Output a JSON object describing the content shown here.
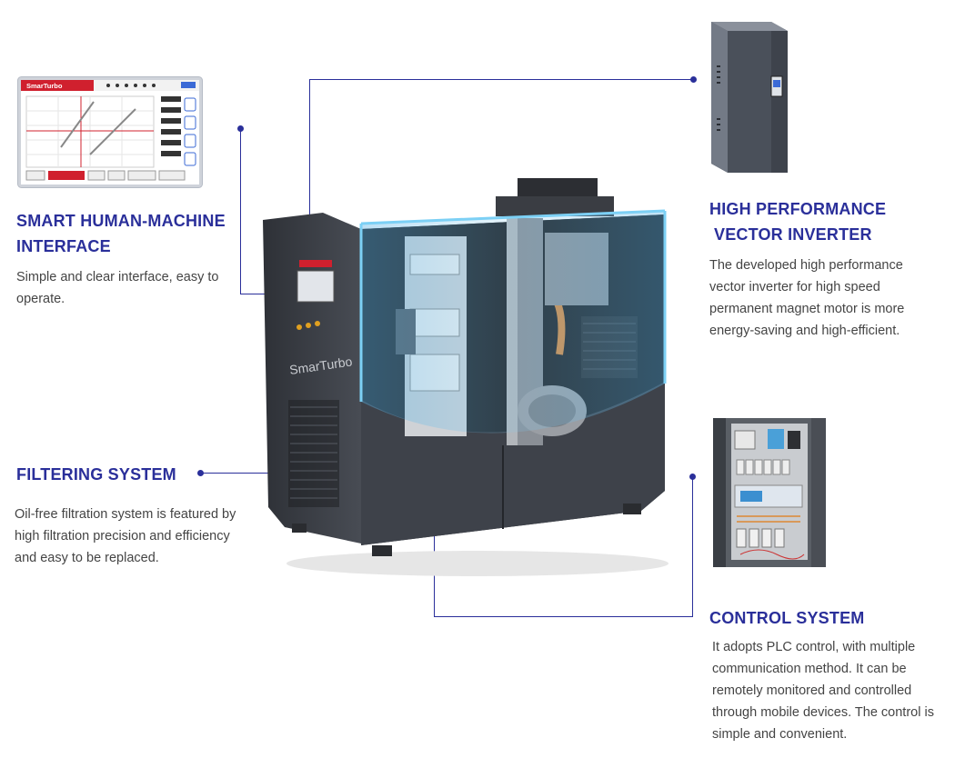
{
  "hmi": {
    "title_line1": "SMART HUMAN-MACHINE",
    "title_line2": "INTERFACE",
    "desc": "Simple and clear interface, easy to operate.",
    "screen_brand": "SmarTurbo"
  },
  "inverter": {
    "title_line1": "HIGH PERFORMANCE",
    "title_line2": "VECTOR INVERTER",
    "desc": "The developed high performance vector inverter for high speed permanent magnet motor is more energy-saving and high-efficient."
  },
  "filter": {
    "title": "FILTERING SYSTEM",
    "desc": "Oil-free filtration system is featured by high filtration precision and efficiency and easy to be replaced."
  },
  "control": {
    "title": "CONTROL SYSTEM",
    "desc": "It adopts PLC control, with multiple communication method. It can be remotely monitored and controlled through mobile devices. The control is simple and convenient."
  },
  "machine": {
    "brand": "SmarTurbo"
  },
  "colors": {
    "accent": "#2a2f9a",
    "cabinet": "#3a3d44",
    "glass": "#5ab3e6"
  }
}
